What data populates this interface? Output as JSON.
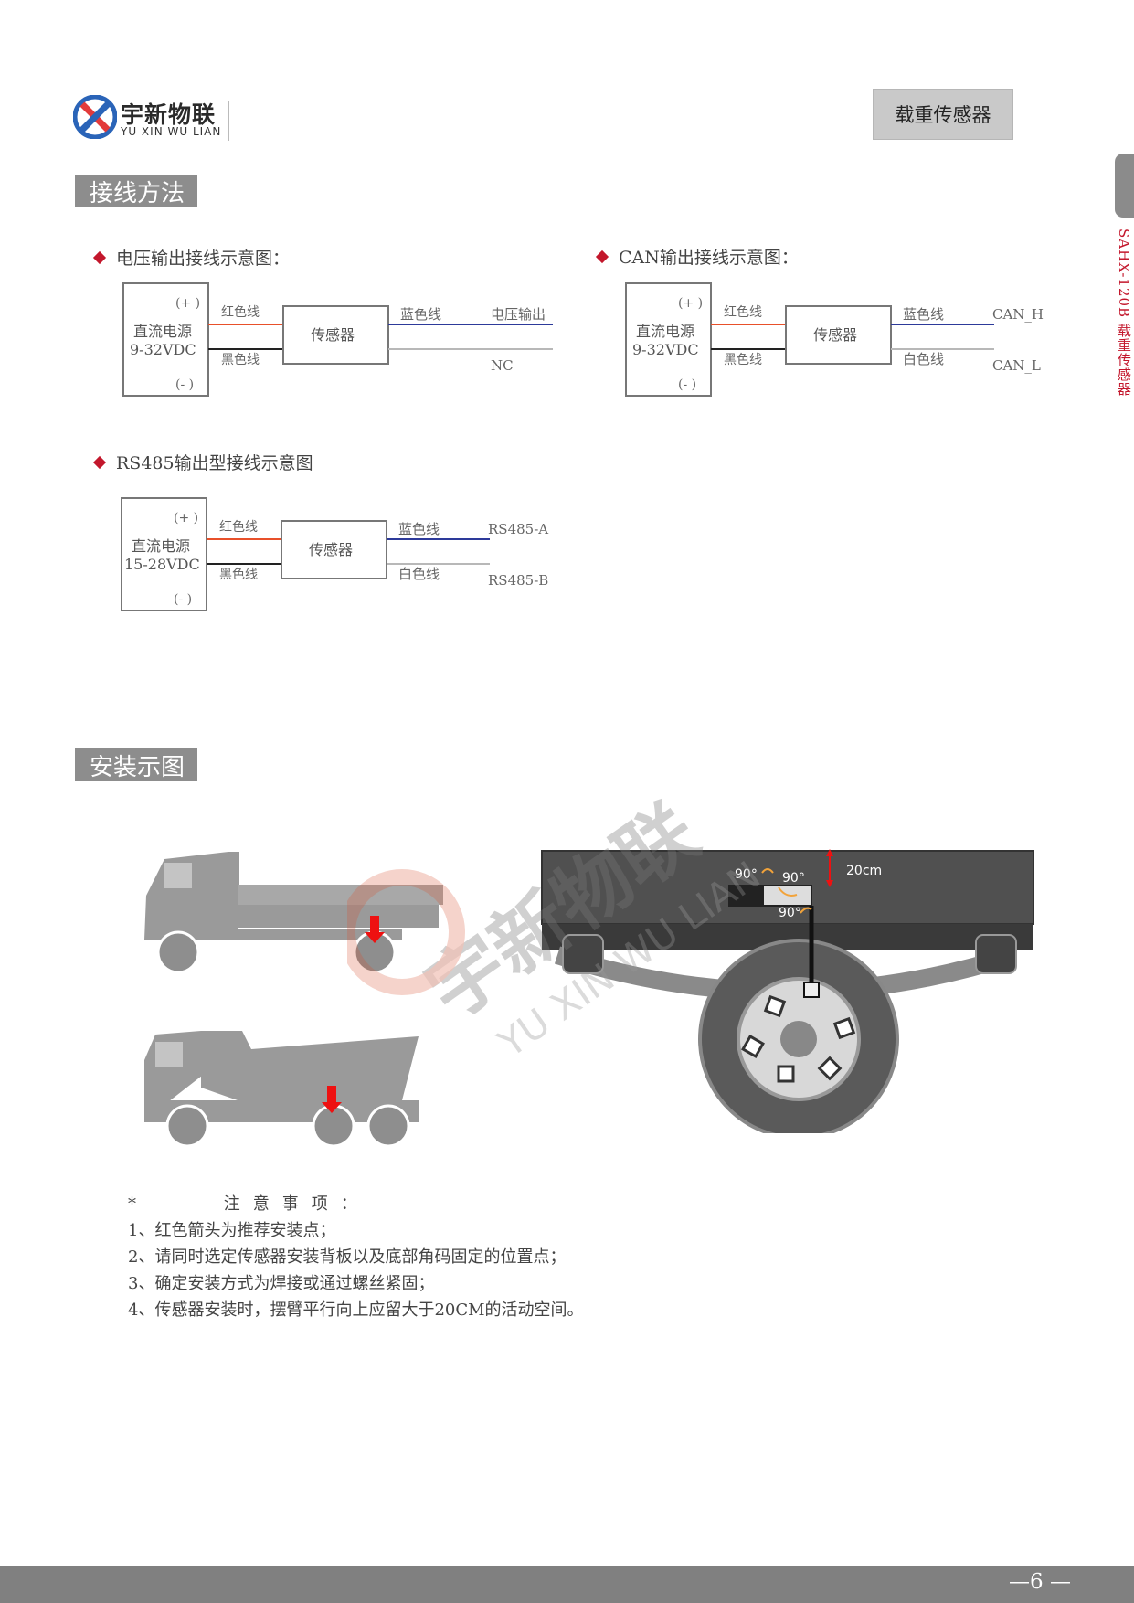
{
  "header": {
    "logo_cn": "宇新物联",
    "logo_en": "YU XIN WU LIAN",
    "badge": "载重传感器",
    "side_text": "SAHX-120B 载重传感器"
  },
  "sections": {
    "wiring_title": "接线方法",
    "install_title": "安装示图"
  },
  "diagrams": {
    "voltage": {
      "title": "电压输出接线示意图：",
      "plus": "(+ )",
      "minus": "(- )",
      "power_line1": "直流电源",
      "power_line2": "9-32VDC",
      "red_wire": "红色线",
      "black_wire": "黑色线",
      "sensor": "传感器",
      "blue_wire": "蓝色线",
      "out1": "电压输出",
      "out2": "NC"
    },
    "can": {
      "title": "CAN输出接线示意图：",
      "plus": "(+ )",
      "minus": "(- )",
      "power_line1": "直流电源",
      "power_line2": "9-32VDC",
      "red_wire": "红色线",
      "black_wire": "黑色线",
      "sensor": "传感器",
      "blue_wire": "蓝色线",
      "white_wire": "白色线",
      "out1": "CAN_H",
      "out2": "CAN_L"
    },
    "rs485": {
      "title": "RS485输出型接线示意图",
      "plus": "(+ )",
      "minus": "(- )",
      "power_line1": "直流电源",
      "power_line2": "15-28VDC",
      "red_wire": "红色线",
      "black_wire": "黑色线",
      "sensor": "传感器",
      "blue_wire": "蓝色线",
      "white_wire": "白色线",
      "out1": "RS485-A",
      "out2": "RS485-B"
    }
  },
  "install": {
    "angle1": "90°",
    "angle2": "90°",
    "angle3": "90°",
    "height": "20cm"
  },
  "notes": {
    "heading_star": "*",
    "heading": "注意事项：",
    "items": [
      "1、红色箭头为推荐安装点；",
      "2、请同时选定传感器安装背板以及底部角码固定的位置点；",
      "3、确定安装方式为焊接或通过螺丝紧固；",
      "4、传感器安装时，摆臂平行向上应留大于20CM的活动空间。"
    ]
  },
  "watermark": {
    "cn": "宇新物联",
    "en": "YU XIN WU LIAN"
  },
  "footer": {
    "page": "—6 —"
  },
  "colors": {
    "accent_red": "#c3172c",
    "wire_red": "#e8502a",
    "wire_blue": "#2d3a9a",
    "wire_white": "#b8b8b8"
  }
}
